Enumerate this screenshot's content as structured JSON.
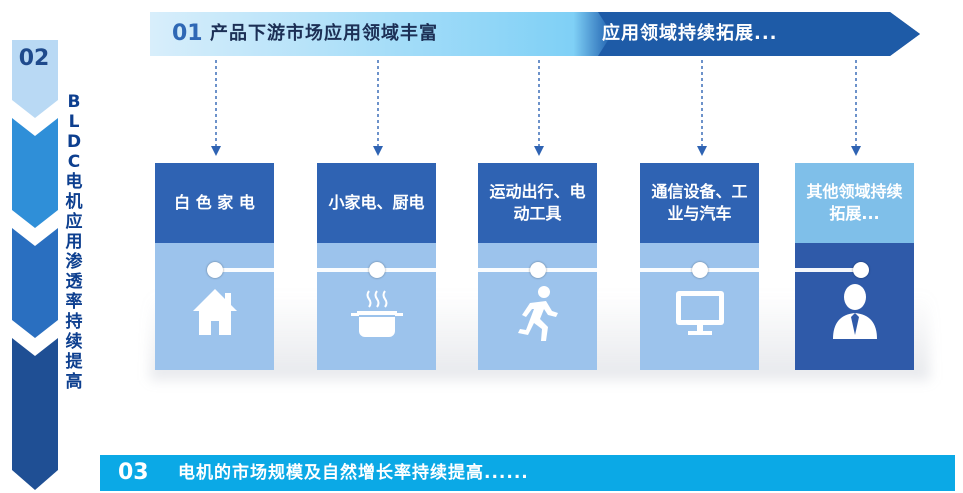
{
  "top_banner": {
    "number": "01",
    "text": "产品下游市场应用领域丰富",
    "right_text": "应用领域持续拓展..."
  },
  "left_ribbon": {
    "number": "02",
    "title": "BLDC电机应用渗透率持续提高"
  },
  "cards": [
    {
      "label": "白 色 家 电",
      "icon": "house-icon"
    },
    {
      "label": "小家电、厨电",
      "icon": "cooking-pot-icon"
    },
    {
      "label": "运动出行、电动工具",
      "icon": "running-person-icon"
    },
    {
      "label": "通信设备、工业与汽车",
      "icon": "monitor-icon"
    },
    {
      "label": "其他领域持续拓展...",
      "icon": "business-person-icon"
    }
  ],
  "bottom_banner": {
    "number": "03",
    "text": "电机的市场规模及自然增长率持续提高......"
  },
  "colors": {
    "card_top": "#2f63b3",
    "card_top_last": "#7fbfe9",
    "card_bottom": "#9cc3ec",
    "card_bottom_last": "#2f5aa9",
    "bottom_bar": "#0ba9e6"
  }
}
